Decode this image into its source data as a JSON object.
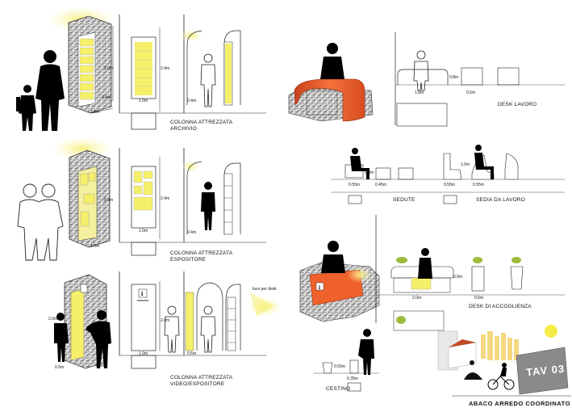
{
  "panels": {
    "archivio": {
      "caption_line1": "COLONNA ATTREZZATA",
      "caption_line2": "ARCHIVIO",
      "dim_height": "2.0m",
      "dim_depth": "0.4m",
      "dim_width": "1.0m",
      "front_width": "1.0m",
      "front_height": "2.4m",
      "side_depth": "0.4m"
    },
    "espositore": {
      "caption_line1": "COLONNA ATTREZZATA",
      "caption_line2": "ESPOSITORE",
      "dim_height": "2.0m",
      "dim_width": "1.0m",
      "front_width": "1.0m",
      "front_height": "2.4m",
      "side_depth": "0.4m"
    },
    "video": {
      "caption_line1": "COLONNA ATTREZZATA",
      "caption_line2": "VIDEO/ESPOSITORE",
      "dim_height": "2.0m",
      "dim_depth": "0.5m",
      "dim_width": "1.0m",
      "front_width": "1.0m",
      "front_height": "2.0m",
      "side_depth": "0.5m"
    },
    "desk_lavoro": {
      "caption": "DESK LAVORO",
      "dim_height": "0.8m",
      "dim_width": "1.8m",
      "dim_depth": "0.5m"
    },
    "sedute": {
      "caption": "SEDUTE",
      "dim_height": "0.8m",
      "dim_a": "0.55m",
      "dim_b": "0.45m"
    },
    "sedia": {
      "caption": "SEDIA DA LAVORO",
      "dim_height": "1.0m",
      "dim_a": "0.55m",
      "dim_b": "0.55m"
    },
    "accoglienza": {
      "caption": "DESK DI ACCOGLIENZA",
      "note": "luce per desk",
      "dim_height": "0.9m",
      "dim_width": "2.0m",
      "dim_depth": "0.5m"
    },
    "cestino": {
      "caption": "CESTINO",
      "dim_height": "0.55m",
      "dim_width": "0.35m"
    }
  },
  "sheet": {
    "title": "ABACO ARREDO COORDINATO",
    "tag": "TAV 03"
  },
  "colors": {
    "light": "#f6f25e",
    "glow": "#fbf6a8",
    "orange": "#f0602a",
    "stone": "#d4d4d4",
    "line": "#222222"
  }
}
